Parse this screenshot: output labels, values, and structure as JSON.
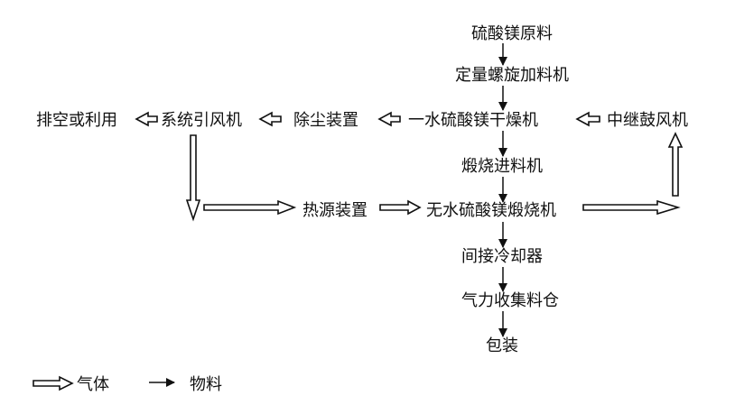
{
  "nodes": {
    "raw": "硫酸镁原料",
    "feeder": "定量螺旋加料机",
    "exhaust": "排空或利用",
    "induced_fan": "系统引风机",
    "dust": "除尘装置",
    "dryer": "一水硫酸镁干燥机",
    "booster_fan": "中继鼓风机",
    "calc_feeder": "煅烧进料机",
    "heat": "热源装置",
    "calciner": "无水硫酸镁煅烧机",
    "cooler": "间接冷却器",
    "silo": "气力收集料仓",
    "pack": "包装"
  },
  "legend": {
    "gas": "气体",
    "material": "物料"
  }
}
